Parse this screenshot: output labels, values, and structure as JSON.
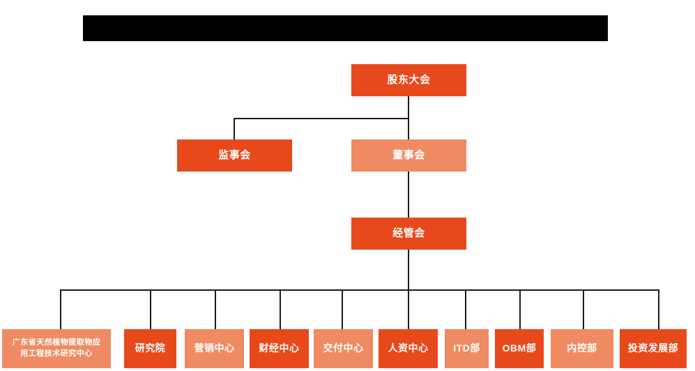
{
  "document": {
    "type": "organization-chart",
    "title_bar": {
      "redacted": true,
      "label": ""
    }
  },
  "palette": {
    "primary": "#E8491B",
    "secondary": "#EE8B63",
    "connector": "#1a1a1a",
    "background": "#ffffff",
    "redaction": "#000000",
    "text": "#ffffff"
  },
  "nodes": {
    "shareholders_meeting": {
      "label": "股东大会",
      "tone": "primary"
    },
    "board_of_supervisors": {
      "label": "监事会",
      "tone": "primary"
    },
    "board_of_directors": {
      "label": "董事会",
      "tone": "secondary"
    },
    "management_committee": {
      "label": "经管会",
      "tone": "primary"
    }
  },
  "departments": [
    {
      "label": "广东省天然植物提取物应\n用工程技术研究中心",
      "tone": "secondary"
    },
    {
      "label": "研究院",
      "tone": "primary"
    },
    {
      "label": "营销中心",
      "tone": "secondary"
    },
    {
      "label": "财经中心",
      "tone": "primary"
    },
    {
      "label": "交付中心",
      "tone": "secondary"
    },
    {
      "label": "人资中心",
      "tone": "primary"
    },
    {
      "label": "ITD部",
      "tone": "secondary"
    },
    {
      "label": "OBM部",
      "tone": "primary"
    },
    {
      "label": "内控部",
      "tone": "secondary"
    },
    {
      "label": "投资发展部",
      "tone": "primary"
    }
  ]
}
